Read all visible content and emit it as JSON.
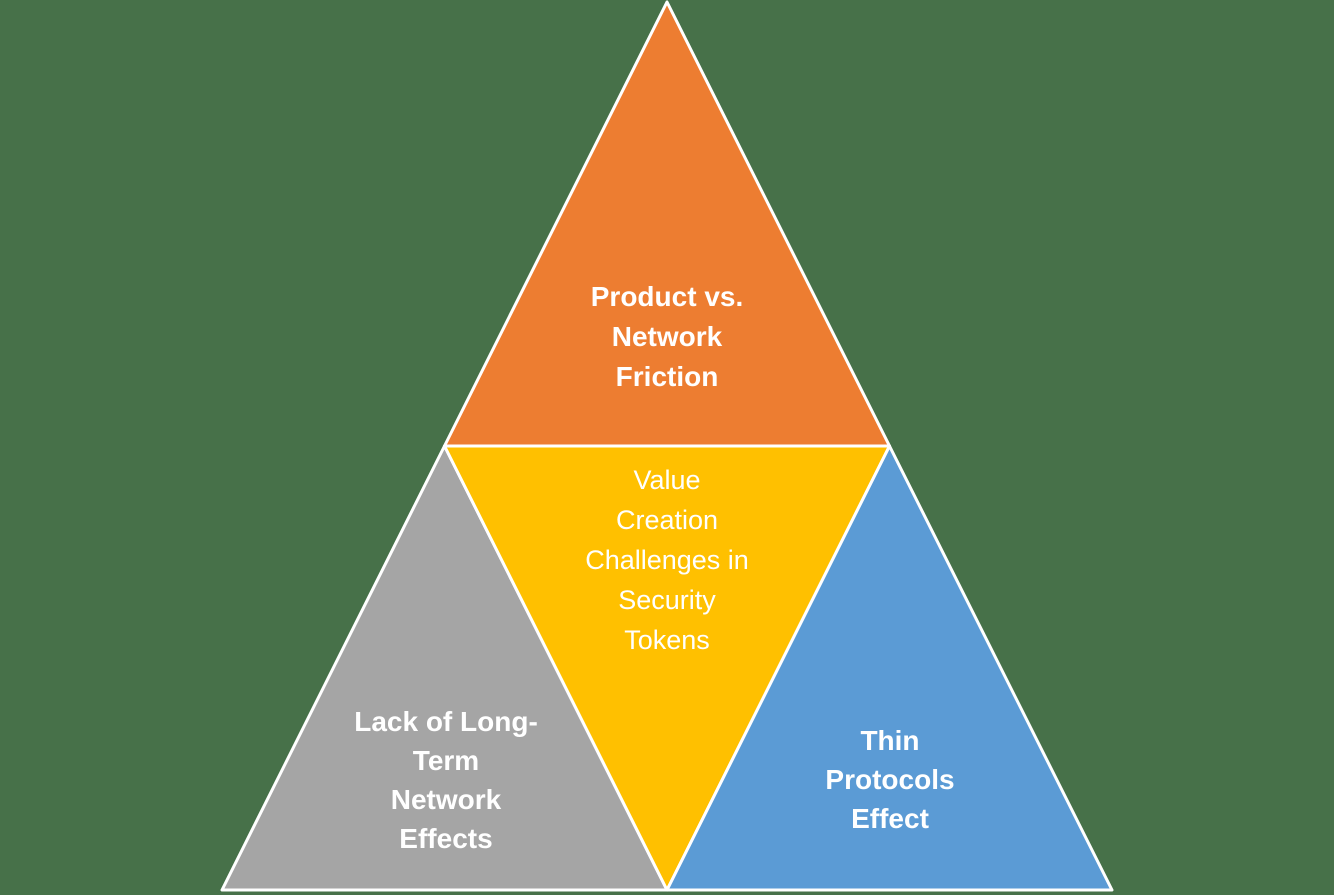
{
  "background_color": "#477149",
  "stroke_color": "#FFFFFF",
  "text_color": "#FFFFFF",
  "diagram": {
    "type": "segmented-pyramid",
    "sections": {
      "top": {
        "label": "Product vs.\nNetwork\nFriction",
        "color": "#ED7D31"
      },
      "center": {
        "label": "Value\nCreation\nChallenges in\nSecurity\nTokens",
        "color": "#FFC000"
      },
      "left": {
        "label": "Lack of Long-\nTerm\nNetwork\nEffects",
        "color": "#A5A5A5"
      },
      "right": {
        "label": "Thin\nProtocols\nEffect",
        "color": "#5B9BD5"
      }
    }
  }
}
